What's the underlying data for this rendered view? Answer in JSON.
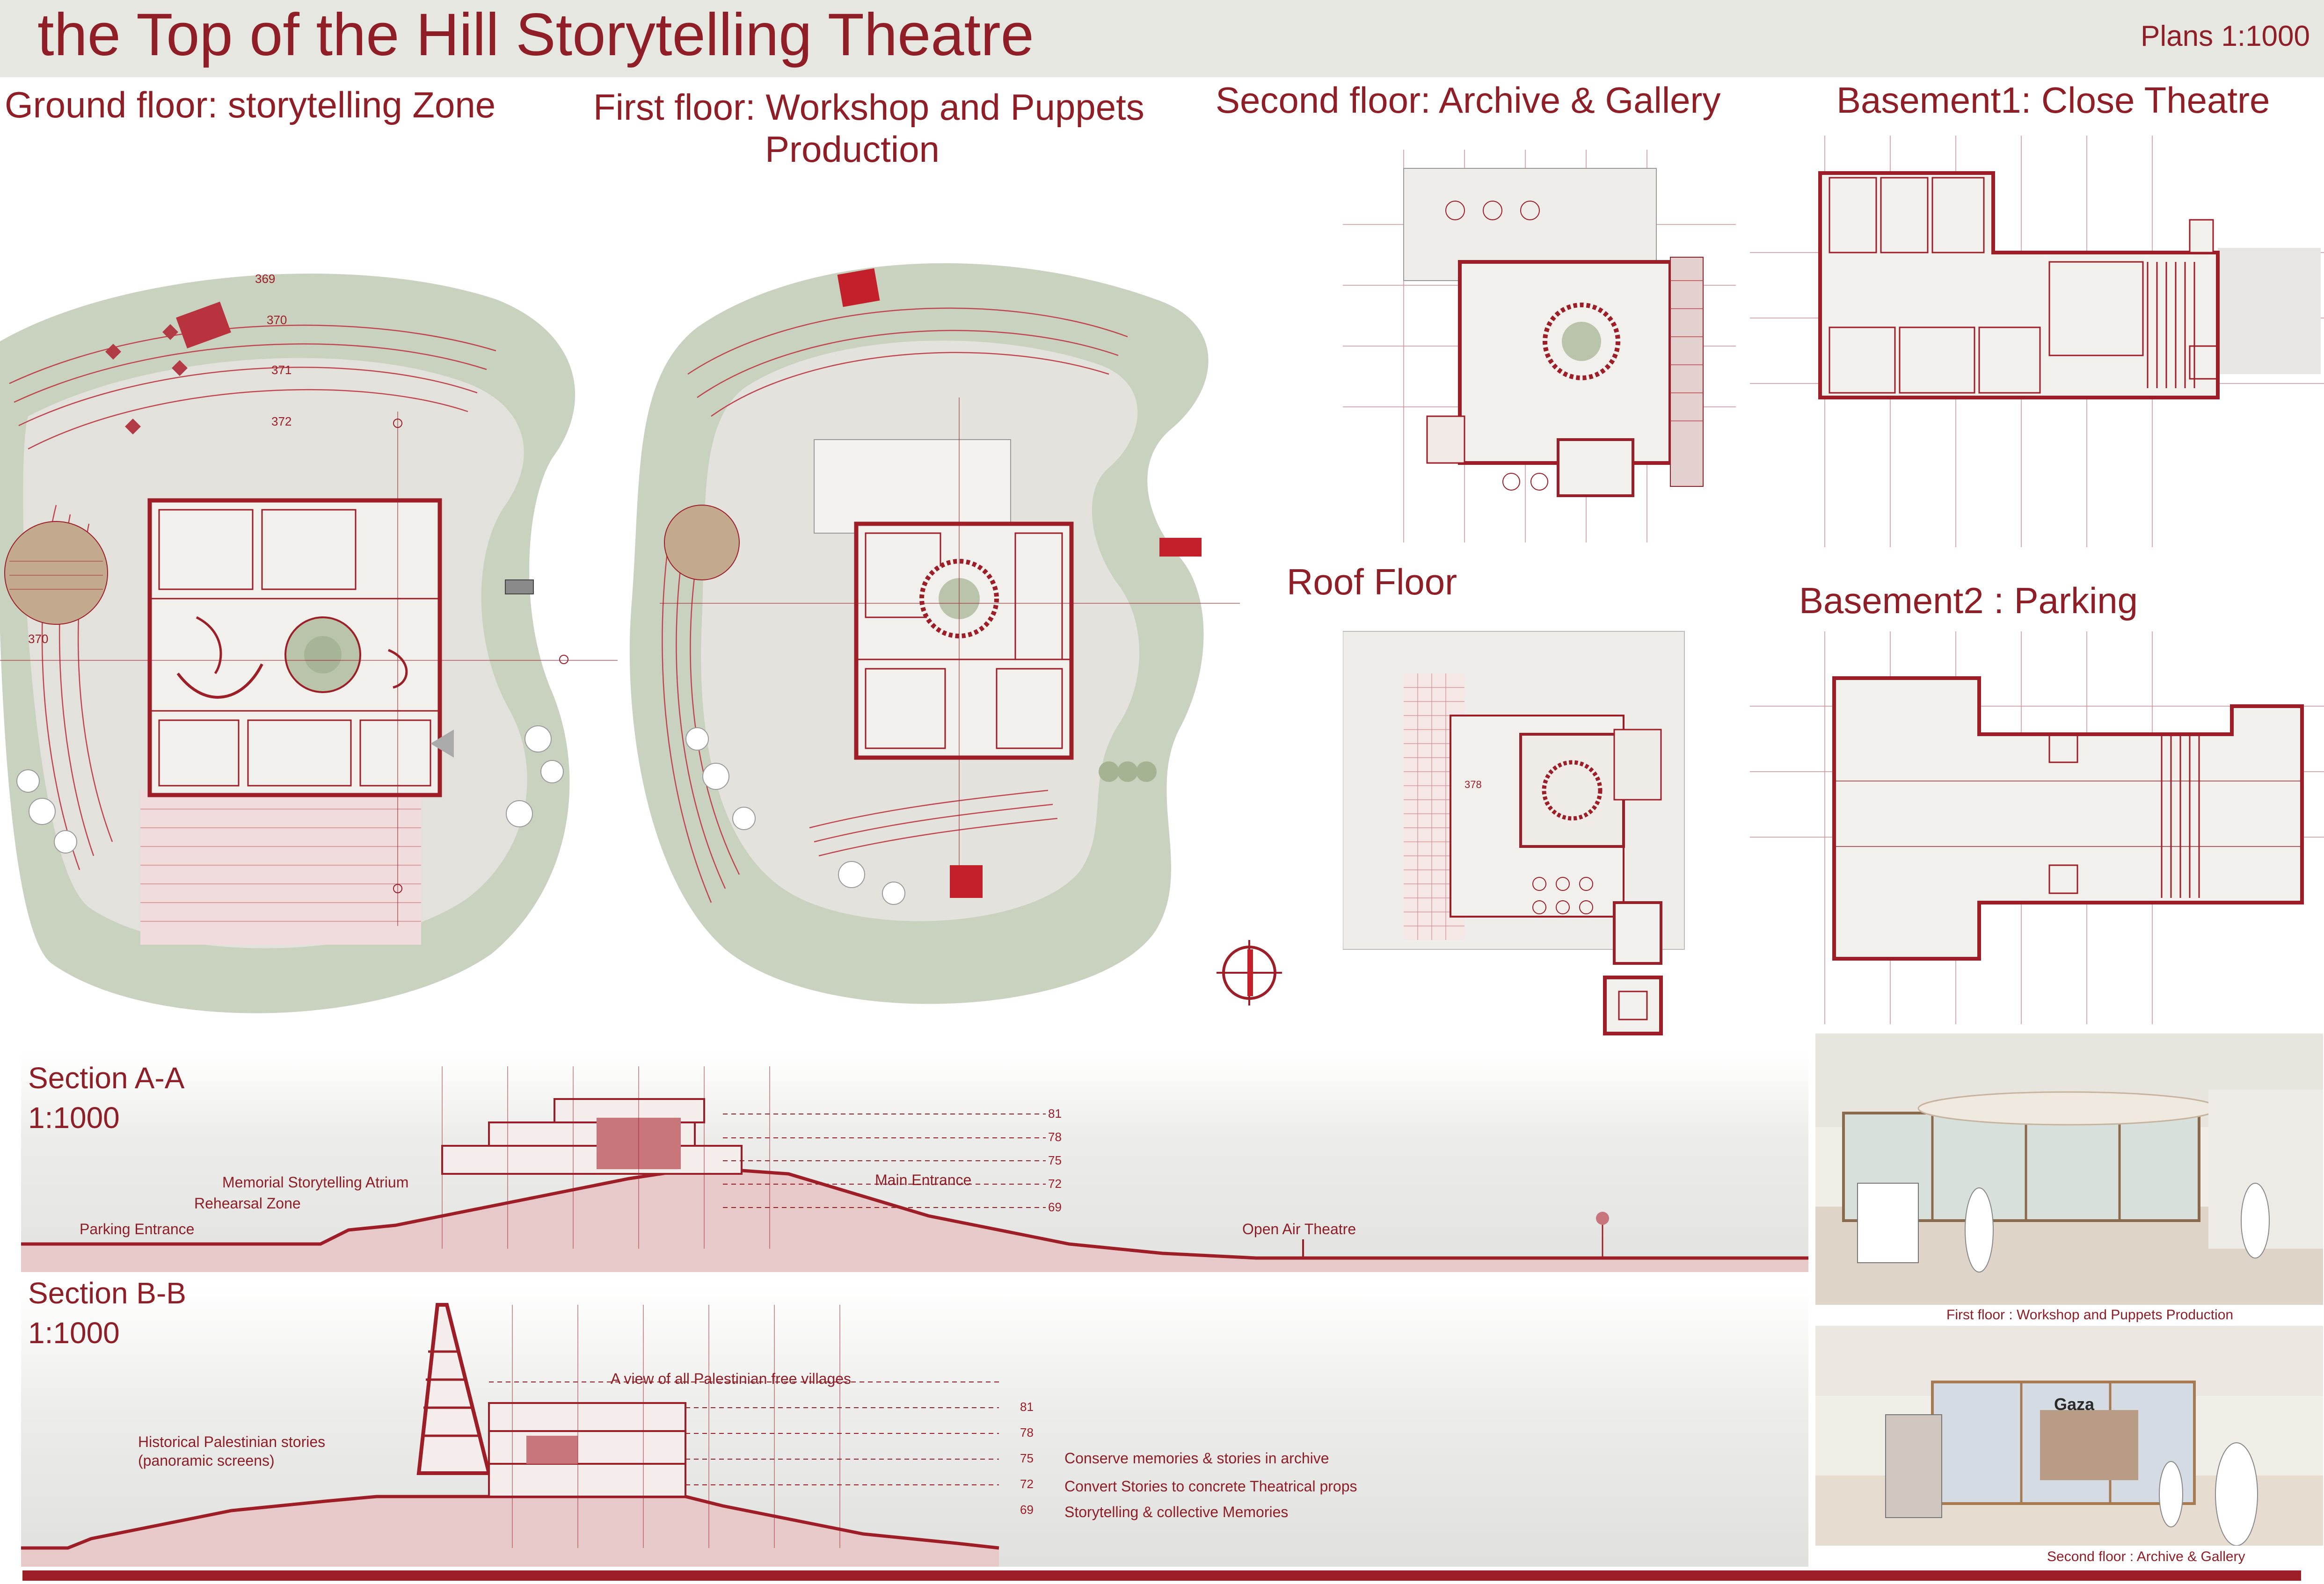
{
  "header": {
    "title": "the Top of the Hill Storytelling Theatre",
    "scale": "Plans 1:1000"
  },
  "plans": {
    "ground": {
      "title": "Ground floor: storytelling Zone",
      "contours": [
        "369",
        "370",
        "371",
        "372",
        "370"
      ]
    },
    "first": {
      "title_line1": "First floor: Workshop and Puppets",
      "title_line2": "Production"
    },
    "second": {
      "title": "Second floor: Archive & Gallery"
    },
    "basement1": {
      "title": "Basement1: Close Theatre"
    },
    "roof": {
      "title": "Roof Floor",
      "level": "378"
    },
    "basement2": {
      "title": "Basement2 :  Parking"
    }
  },
  "section_a": {
    "title": "Section A-A",
    "scale": "1:1000",
    "labels": {
      "atrium": "Memorial  Storytelling Atrium",
      "rehearsal": "Rehearsal Zone",
      "parking": "Parking Entrance",
      "entrance": "Main Entrance",
      "open_air": "Open Air Theatre"
    },
    "levels": [
      "81",
      "78",
      "75",
      "72",
      "69"
    ]
  },
  "section_b": {
    "title": "Section B-B",
    "scale": "1:1000",
    "labels": {
      "view": "A view of all Palestinian free villages",
      "stories_line1": "Historical Palestinian stories",
      "stories_line2": "(panoramic screens)",
      "conserve": "Conserve memories & stories in archive",
      "convert": "Convert Stories to concrete Theatrical props",
      "collective": "Storytelling & collective Memories"
    },
    "levels": [
      "81",
      "78",
      "75",
      "72",
      "69"
    ]
  },
  "renders": {
    "first_caption": "First floor : Workshop and Puppets  Production",
    "second_caption": "Second floor : Archive & Gallery",
    "sign": "Gaza"
  },
  "colors": {
    "accent": "#9e1e28",
    "landscape": "#c9d3c0",
    "paper": "#f1efeb"
  }
}
